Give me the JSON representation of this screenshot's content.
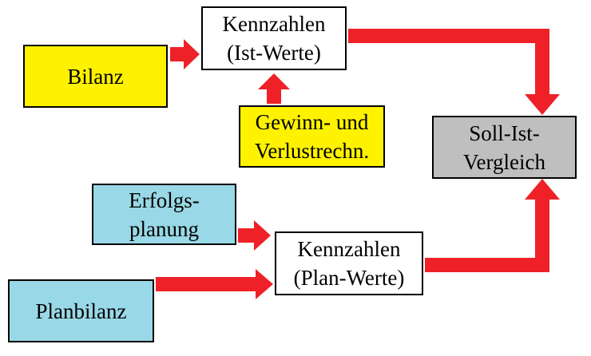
{
  "colors": {
    "arrow": "#ee2128",
    "yellow": "#fff200",
    "light_blue": "#99d8e6",
    "gray": "#bfbfbf",
    "white": "#ffffff",
    "border": "#000000"
  },
  "nodes": {
    "bilanz": {
      "lines": [
        "Bilanz"
      ]
    },
    "kennzahlen_ist": {
      "lines": [
        "Kennzahlen",
        "(Ist-Werte)"
      ]
    },
    "gewinn_verlust": {
      "lines": [
        "Gewinn- und",
        "Verlustrechn."
      ]
    },
    "soll_ist": {
      "lines": [
        "Soll-Ist-",
        "Vergleich"
      ]
    },
    "erfolgsplanung": {
      "lines": [
        "Erfolgs-",
        "planung"
      ]
    },
    "kennzahlen_plan": {
      "lines": [
        "Kennzahlen",
        "(Plan-Werte)"
      ]
    },
    "planbilanz": {
      "lines": [
        "Planbilanz"
      ]
    }
  }
}
